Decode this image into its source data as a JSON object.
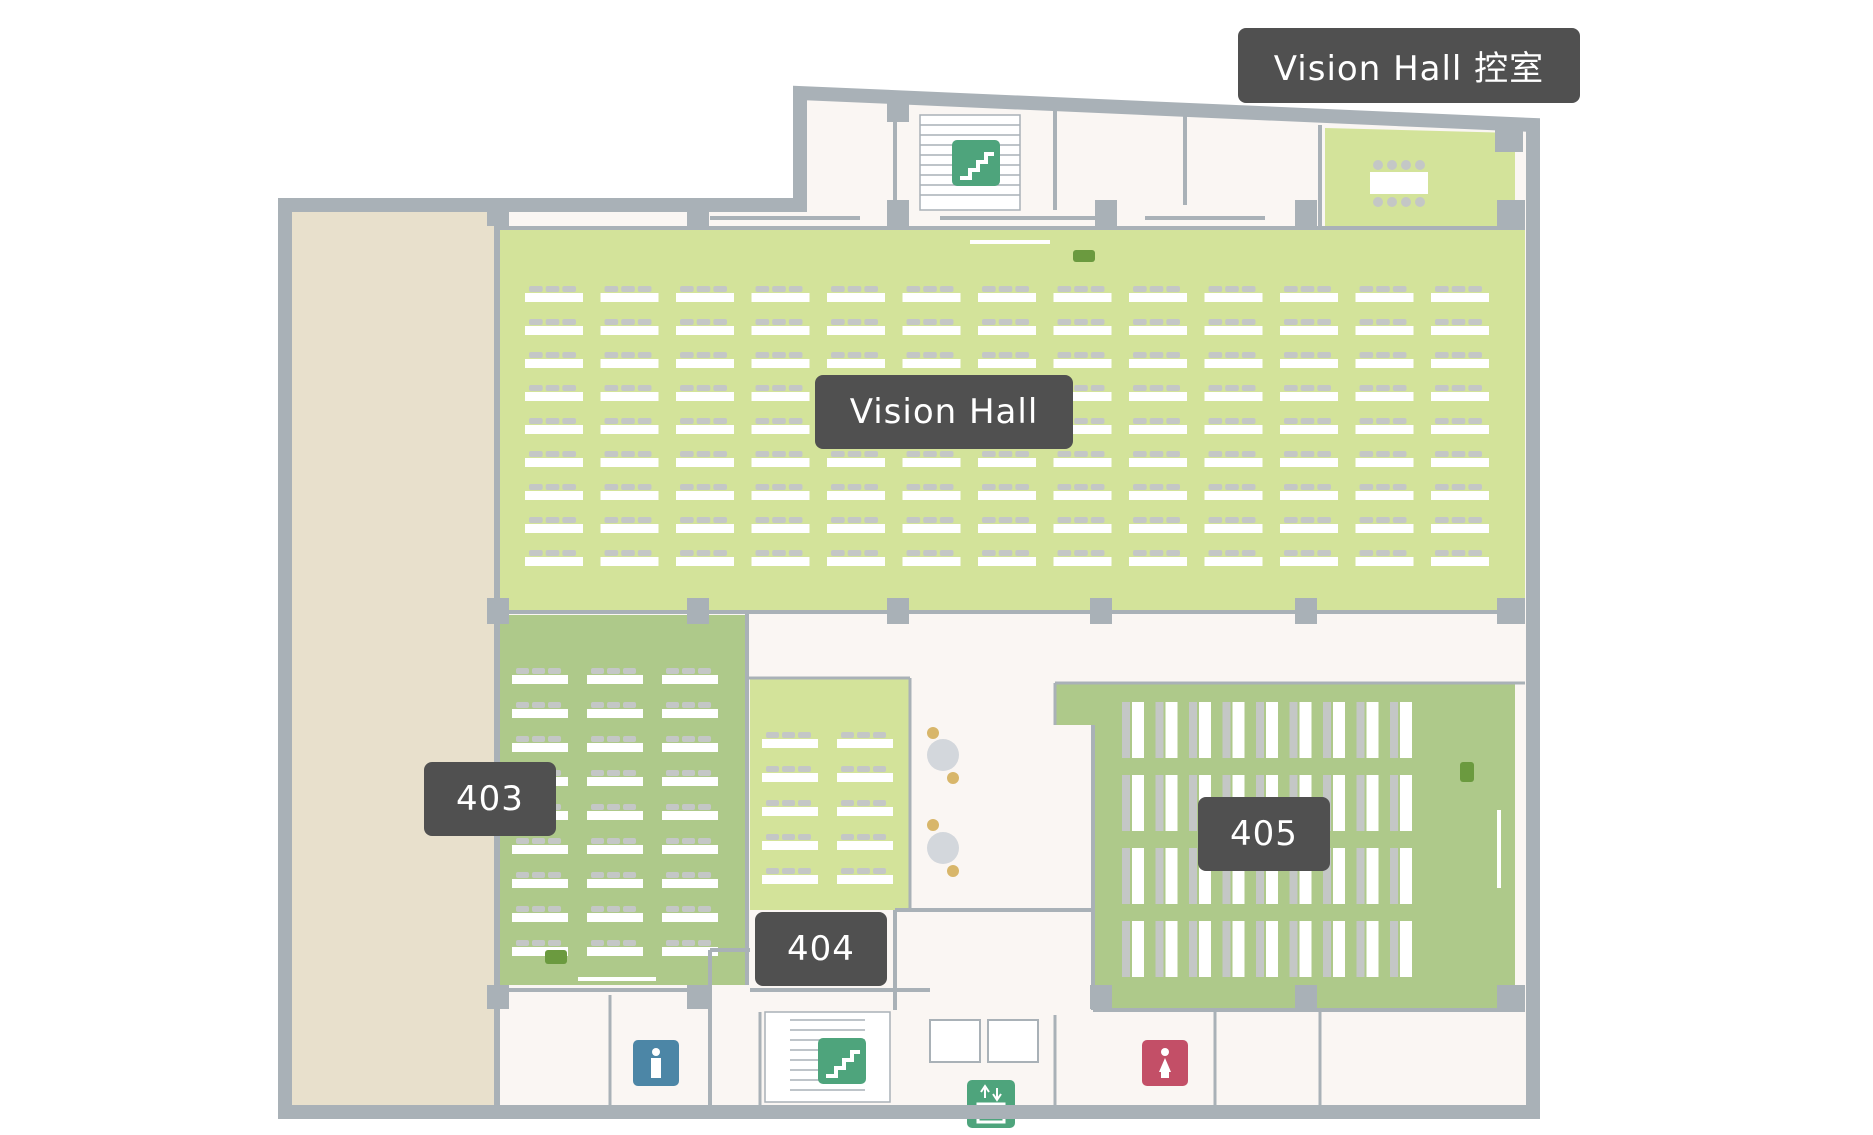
{
  "rooms": {
    "vision_hall": "Vision Hall",
    "vision_hall_control": "Vision Hall 控室",
    "room_403": "403",
    "room_404": "404",
    "room_405": "405"
  },
  "colors": {
    "wall": "#a9b1b7",
    "corridor": "#faf6f3",
    "hall_floor": "#d3e39a",
    "room_floor": "#aec98a",
    "terrace": "#e8e0cc",
    "label_bg": "#505050",
    "stairs_icon": "#4ea47c",
    "mens_restroom": "#4c86a6",
    "womens_restroom": "#c34f67"
  },
  "icons": [
    "stairs-icon",
    "stairs-icon",
    "elevator-icon",
    "mens-restroom-icon",
    "womens-restroom-icon"
  ]
}
